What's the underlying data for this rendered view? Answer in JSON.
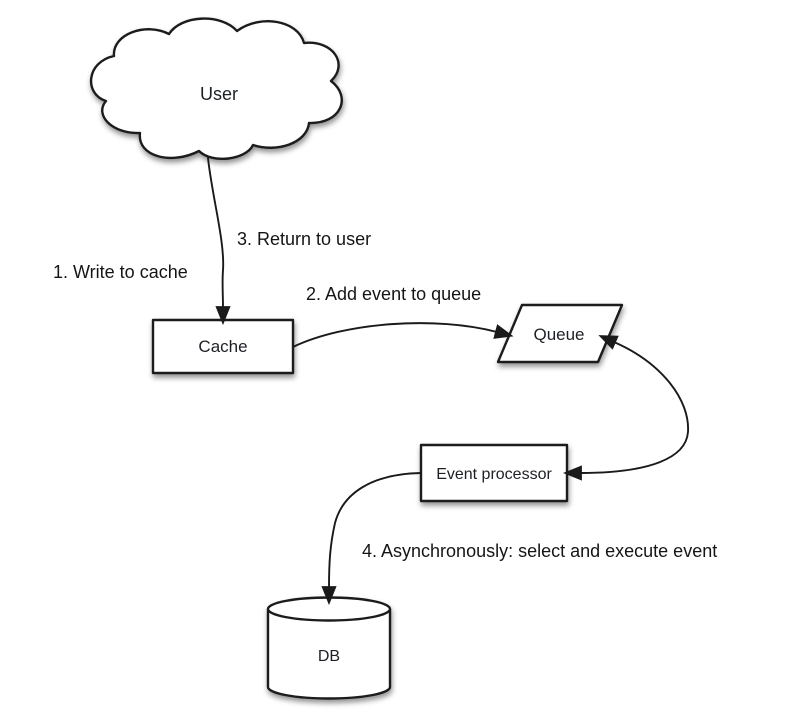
{
  "diagram": {
    "background": "#ffffff",
    "colors": {
      "shape_stroke": "#1a1a1a",
      "shape_fill": "#ffffff",
      "text": "#1d2025",
      "arrow": "#1a1a1a"
    },
    "nodes": {
      "user": {
        "label": "User",
        "shape": "cloud"
      },
      "cache": {
        "label": "Cache",
        "shape": "rectangle"
      },
      "queue": {
        "label": "Queue",
        "shape": "parallelogram"
      },
      "event_processor": {
        "label": "Event processor",
        "shape": "rectangle"
      },
      "db": {
        "label": "DB",
        "shape": "cylinder"
      }
    },
    "steps": {
      "step1": "1. Write to cache",
      "step2": "2. Add event to queue",
      "step3": "3. Return to user",
      "step4": "4. Asynchronously: select and execute event"
    },
    "edges": [
      {
        "from": "user",
        "to": "cache",
        "bidirectional": false
      },
      {
        "from": "cache",
        "to": "queue",
        "bidirectional": false
      },
      {
        "from": "queue",
        "to": "event_processor",
        "bidirectional": true
      },
      {
        "from": "event_processor",
        "to": "db",
        "bidirectional": false
      }
    ]
  }
}
